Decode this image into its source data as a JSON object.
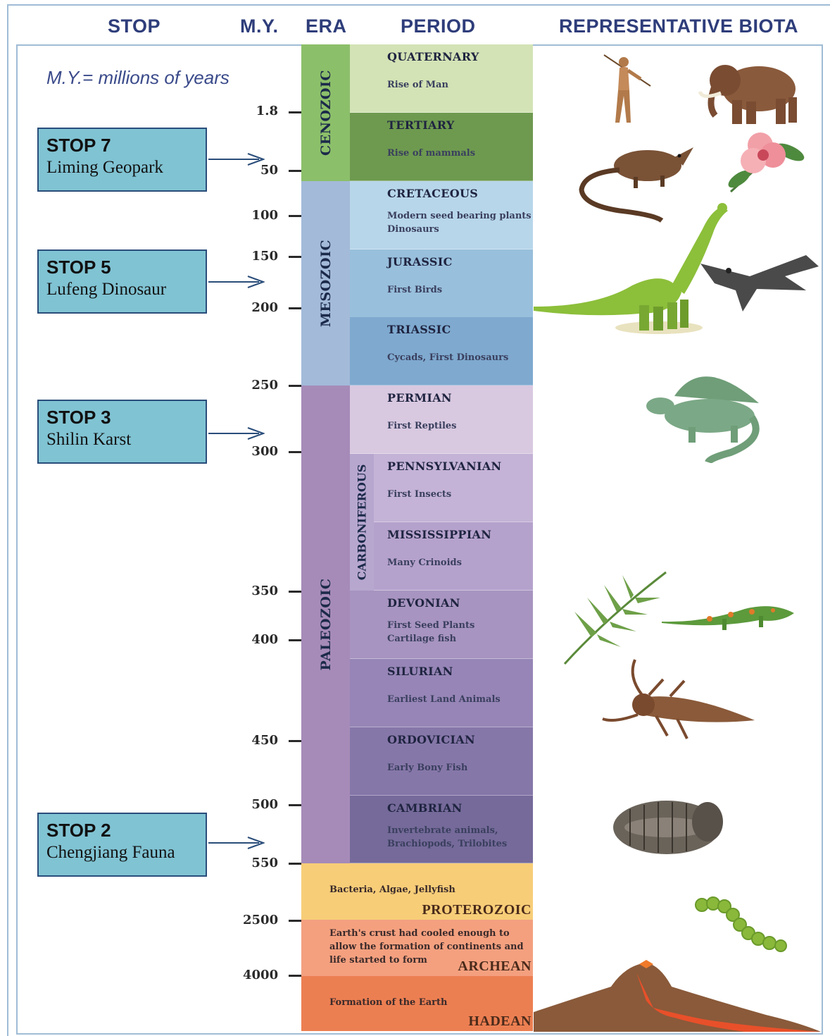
{
  "headers": {
    "stop": "STOP",
    "my": "M.Y.",
    "era": "ERA",
    "period": "PERIOD",
    "biota": "REPRESENTATIVE BIOTA"
  },
  "note": "M.Y.= millions of years",
  "ticks": [
    "1.8",
    "50",
    "100",
    "150",
    "200",
    "250",
    "300",
    "350",
    "400",
    "450",
    "500",
    "550",
    "2500",
    "4000"
  ],
  "stops": [
    {
      "title": "STOP 7",
      "name": "Liming Geopark"
    },
    {
      "title": "STOP 5",
      "name": "Lufeng Dinosaur"
    },
    {
      "title": "STOP 3",
      "name": "Shilin Karst"
    },
    {
      "title": "STOP 2",
      "name": "Chengjiang Fauna"
    }
  ],
  "eras": [
    "CENOZOIC",
    "MESOZOIC",
    "PALEOZOIC"
  ],
  "subgroup": "CARBONIFEROUS",
  "periods": [
    {
      "name": "QUATERNARY",
      "desc": "Rise of Man",
      "color": "#d3e3b5"
    },
    {
      "name": "TERTIARY",
      "desc": "Rise of mammals",
      "color": "#6e9a4f"
    },
    {
      "name": "CRETACEOUS",
      "desc": "Modern seed bearing plants\nDinosaurs",
      "color": "#b7d6ea"
    },
    {
      "name": "JURASSIC",
      "desc": "First Birds",
      "color": "#98bfdc"
    },
    {
      "name": "TRIASSIC",
      "desc": "Cycads, First Dinosaurs",
      "color": "#7fa9cf"
    },
    {
      "name": "PERMIAN",
      "desc": "First Reptiles",
      "color": "#d8c8e0"
    },
    {
      "name": "PENNSYLVANIAN",
      "desc": "First Insects",
      "color": "#c4b3d6"
    },
    {
      "name": "MISSISSIPPIAN",
      "desc": "Many Crinoids",
      "color": "#b5a2cc"
    },
    {
      "name": "DEVONIAN",
      "desc": "First Seed Plants\nCartilage fish",
      "color": "#a794c0"
    },
    {
      "name": "SILURIAN",
      "desc": "Earliest Land Animals",
      "color": "#9685b6"
    },
    {
      "name": "ORDOVICIAN",
      "desc": "Early Bony Fish",
      "color": "#8677a9"
    },
    {
      "name": "CAMBRIAN",
      "desc": "Invertebrate animals,\nBrachiopods, Trilobites",
      "color": "#756a9a"
    }
  ],
  "eons": [
    {
      "name": "PROTEROZOIC",
      "desc": "Bacteria, Algae, Jellyfish",
      "color": "#f7cd78"
    },
    {
      "name": "ARCHEAN",
      "desc": "Earth's crust had cooled enough to\nallow the formation of continents and\nlife started to form",
      "color": "#f4a07f"
    },
    {
      "name": "HADEAN",
      "desc": "Formation of the Earth",
      "color": "#ec7f52"
    }
  ],
  "biota_icons": [
    "caveman-icon",
    "mammoth-icon",
    "shrew-icon",
    "flower-icon",
    "sauropod-icon",
    "bird-dinosaur-icon",
    "dimetrodon-icon",
    "fern-icon",
    "amphibian-icon",
    "sea-scorpion-icon",
    "trilobite-icon",
    "worm-icon",
    "volcano-icon"
  ]
}
